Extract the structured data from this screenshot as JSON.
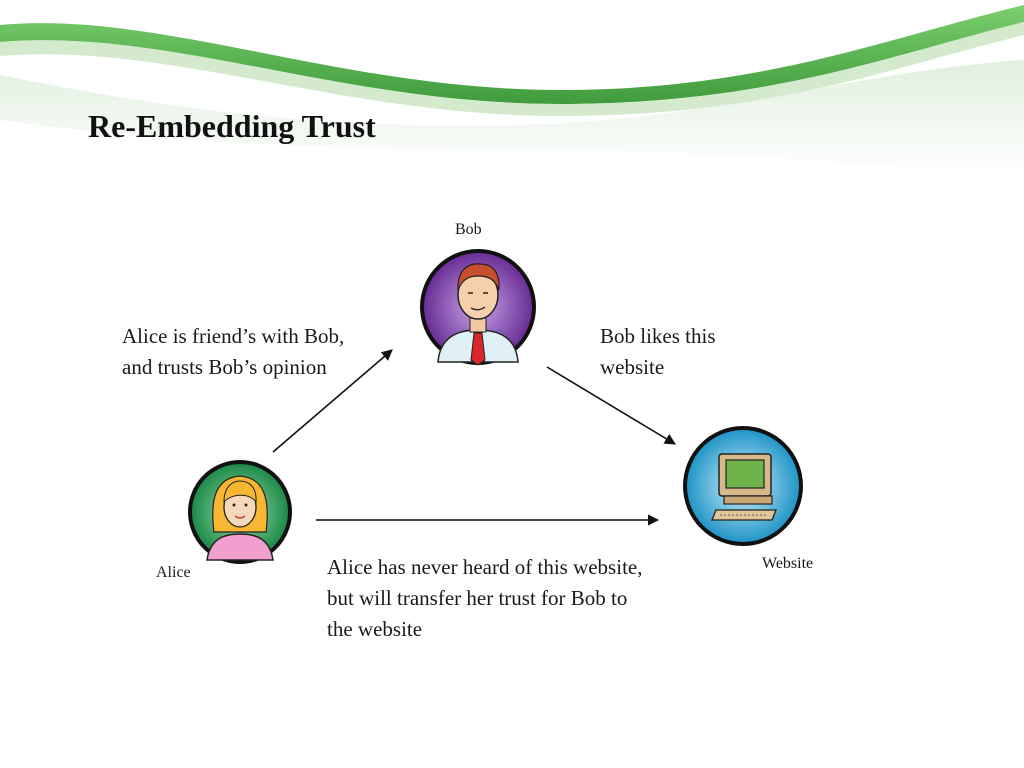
{
  "slide": {
    "title": "Re-Embedding Trust"
  },
  "nodes": {
    "bob": {
      "label": "Bob"
    },
    "alice": {
      "label": "Alice"
    },
    "website": {
      "label": "Website"
    }
  },
  "edges": {
    "alice_bob": {
      "text": "Alice is friend’s with Bob, and trusts Bob’s opinion"
    },
    "bob_website": {
      "text": "Bob likes this website"
    },
    "alice_website": {
      "text": "Alice has never heard of  this website, but will transfer her trust for Bob to the website"
    }
  },
  "colors": {
    "banner_green": "#5cb85a",
    "bob_circle": "#7b3fa8",
    "alice_circle": "#2e9a56",
    "website_circle": "#2ba6d6",
    "arrow": "#111111"
  },
  "icons": {
    "bob": "man-with-tie-icon",
    "alice": "woman-icon",
    "website": "computer-icon"
  }
}
